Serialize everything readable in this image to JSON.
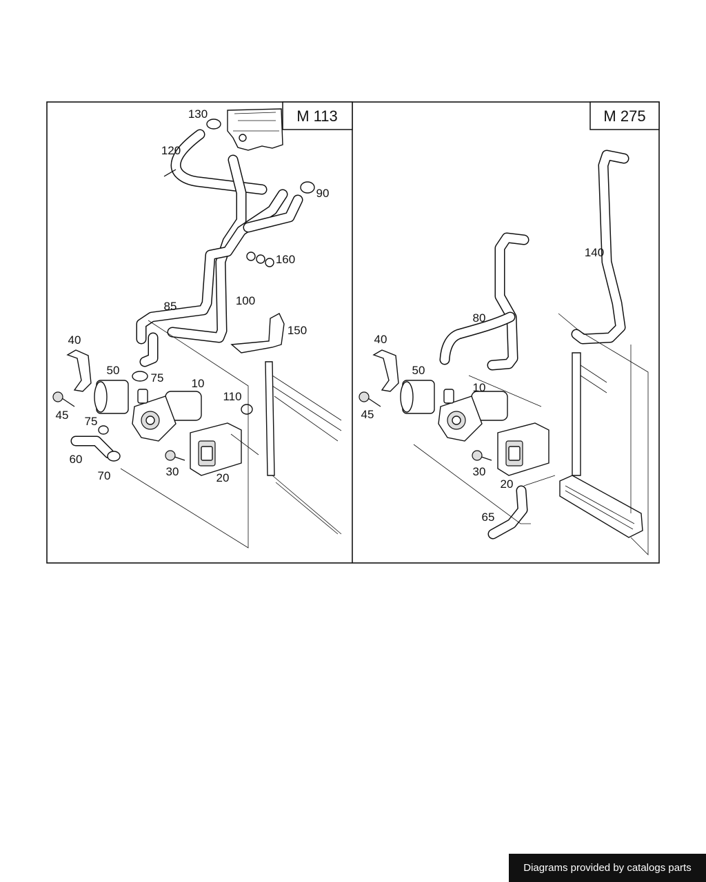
{
  "panels": [
    {
      "title": "M 113"
    },
    {
      "title": "M 275"
    }
  ],
  "left_labels": [
    "130",
    "120",
    "90",
    "160",
    "100",
    "85",
    "150",
    "40",
    "50",
    "75",
    "10",
    "110",
    "45",
    "75",
    "60",
    "70",
    "30",
    "20"
  ],
  "right_labels": [
    "140",
    "80",
    "40",
    "50",
    "10",
    "45",
    "30",
    "20",
    "65"
  ],
  "footer": {
    "text": "Diagrams provided by catalogs parts"
  }
}
